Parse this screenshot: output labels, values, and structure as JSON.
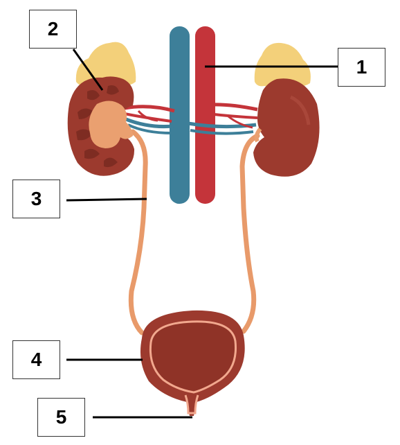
{
  "labels": {
    "l1": "1",
    "l2": "2",
    "l3": "3",
    "l4": "4",
    "l5": "5"
  },
  "colors": {
    "kidney": "#9c3a2e",
    "kidney_dark": "#7e2c22",
    "adrenal": "#f3d07a",
    "vein": "#3d7f99",
    "artery": "#c4343a",
    "ureter": "#e89a6a",
    "pelvis": "#eaa070",
    "bladder": "#9c3a2e",
    "bladder_inner_outline": "#f2a88e",
    "leader_line": "#000000"
  }
}
